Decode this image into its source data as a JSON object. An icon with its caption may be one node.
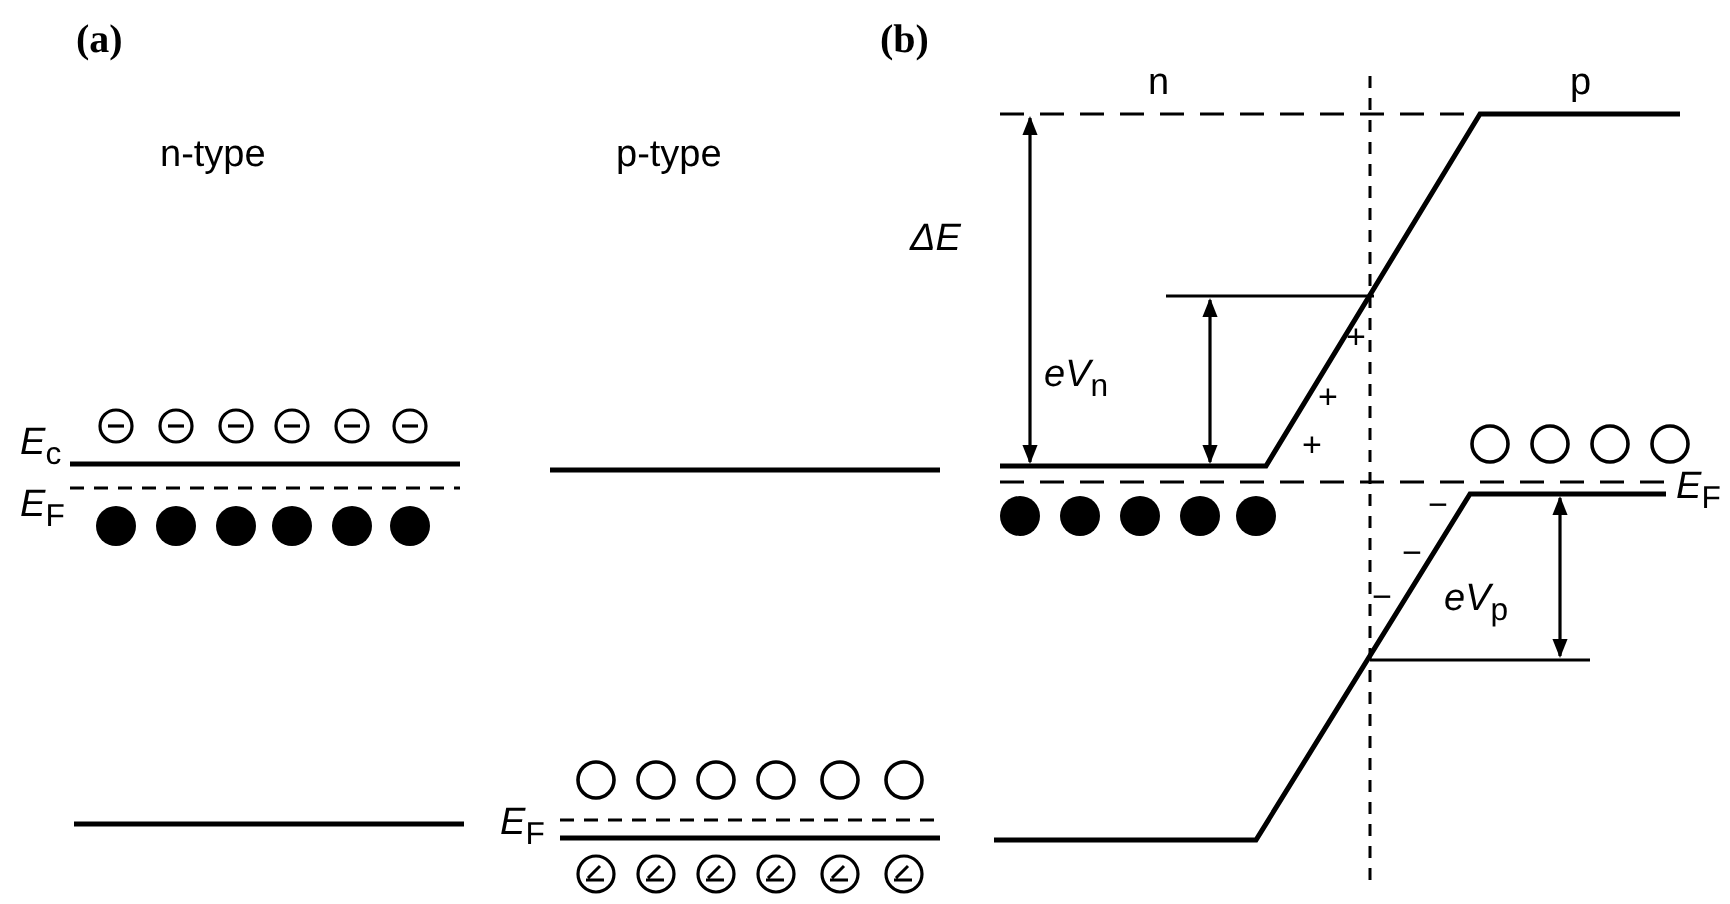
{
  "diagram": {
    "labels": [
      "(a)",
      "(b)",
      "n",
      "p",
      "n-type",
      "p-type",
      "*ΔE*",
      "*eV*$_{n}$",
      "+",
      "+",
      "+",
      "*E*$_{c}$",
      "*E*$_{F}$",
      "*E*$_{F}$",
      "−",
      "−",
      "−",
      "*eV*$_{p}$",
      "*E*$_{F}$"
    ]
  }
}
